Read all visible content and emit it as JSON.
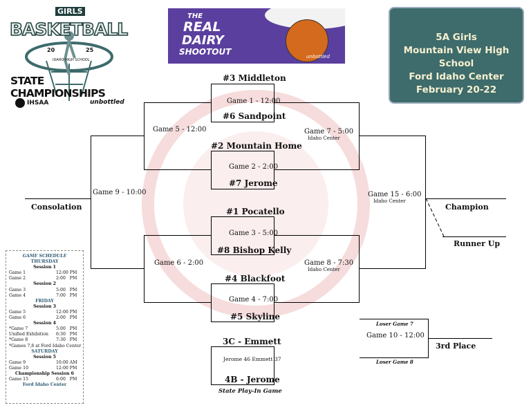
{
  "logo": {
    "top_text": "GIRLS",
    "main_text": "BASKETBALL",
    "year_left": "20",
    "year_right": "25",
    "school_line": "IDAHO HIGH SCHOOL",
    "bottom_text": "STATE CHAMPIONSHIPS",
    "ihsaa": "IHSAA",
    "unbottled": "unbottled"
  },
  "sponsor": {
    "line1": "THE",
    "line2": "REAL",
    "line3": "DAIRY",
    "line4": "SHOOTOUT",
    "brand": "unbottled"
  },
  "info": {
    "line1": "5A Girls",
    "line2": "Mountain View High School",
    "line3": "Ford Idaho Center",
    "line4": "February 20-22"
  },
  "teams": {
    "t3": "#3 Middleton",
    "t6": "#6 Sandpoint",
    "t2": "#2 Mountain Home",
    "t7": "#7 Jerome",
    "t1": "#1 Pocatello",
    "t8": "#8 Bishop Kelly",
    "t4": "#4 Blackfoot",
    "t5": "#5 Skyline",
    "pi1": "3C - Emmett",
    "pi2": "4B - Jerome"
  },
  "games": {
    "g1": "Game 1 - 12:00",
    "g2": "Game 2 - 2:00",
    "g3": "Game 3 - 5:00",
    "g4": "Game 4 - 7:00",
    "g5": "Game 5 - 12:00",
    "g6": "Game 6 - 2:00",
    "g7": "Game 7 - 5:00",
    "g7_sub": "Idaho Center",
    "g8": "Game 8 - 7:30",
    "g8_sub": "Idaho Center",
    "g9": "Game 9 - 10:00",
    "g15": "Game 15 - 6:00",
    "g15_sub": "Idaho Center",
    "g10": "Game 10 - 12:00",
    "loser7": "Loser Game 7",
    "loser8": "Loser Game 8",
    "playin_result": "Jerome 46 Emmett 37",
    "playin_label": "State Play-In Game"
  },
  "labels": {
    "consolation": "Consolation",
    "champion": "Champion",
    "runner_up": "Runner Up",
    "third": "3rd Place"
  },
  "schedule": {
    "title": "GAME SCHEDULE",
    "rows": [
      {
        "kind": "day",
        "text": "THURSDAY"
      },
      {
        "kind": "session",
        "text": "Session 1"
      },
      {
        "kind": "game",
        "label": "Game 1",
        "time": "12:00 PM"
      },
      {
        "kind": "game",
        "label": "Game 2",
        "time": "2:00   PM"
      },
      {
        "kind": "session",
        "text": "Session 2"
      },
      {
        "kind": "game",
        "label": "Game 3",
        "time": "5:00   PM"
      },
      {
        "kind": "game",
        "label": "Game 4",
        "time": "7:00   PM"
      },
      {
        "kind": "day",
        "text": "FRIDAY"
      },
      {
        "kind": "session",
        "text": "Session 3"
      },
      {
        "kind": "game",
        "label": "Game 5",
        "time": "12:00 PM"
      },
      {
        "kind": "game",
        "label": "Game 6",
        "time": "2:00   PM"
      },
      {
        "kind": "session",
        "text": "Session 4"
      },
      {
        "kind": "game",
        "label": "*Game 7",
        "time": "5:00   PM"
      },
      {
        "kind": "game",
        "label": "Unified Exhibition",
        "time": "6:30   PM"
      },
      {
        "kind": "game",
        "label": "*Game 8",
        "time": "7:30   PM"
      },
      {
        "kind": "note",
        "text": "*Games 7,8 at Ford Idaho Center"
      },
      {
        "kind": "day",
        "text": "SATURDAY"
      },
      {
        "kind": "session",
        "text": "Session 5"
      },
      {
        "kind": "game",
        "label": "Game 9",
        "time": "10:00 AM"
      },
      {
        "kind": "game",
        "label": "Game 10",
        "time": "12:00 PM"
      },
      {
        "kind": "session",
        "text": "Championship Session 6"
      },
      {
        "kind": "game",
        "label": "Game 15",
        "time": "6:00   PM"
      },
      {
        "kind": "day",
        "text": "Ford Idaho Center"
      }
    ]
  }
}
